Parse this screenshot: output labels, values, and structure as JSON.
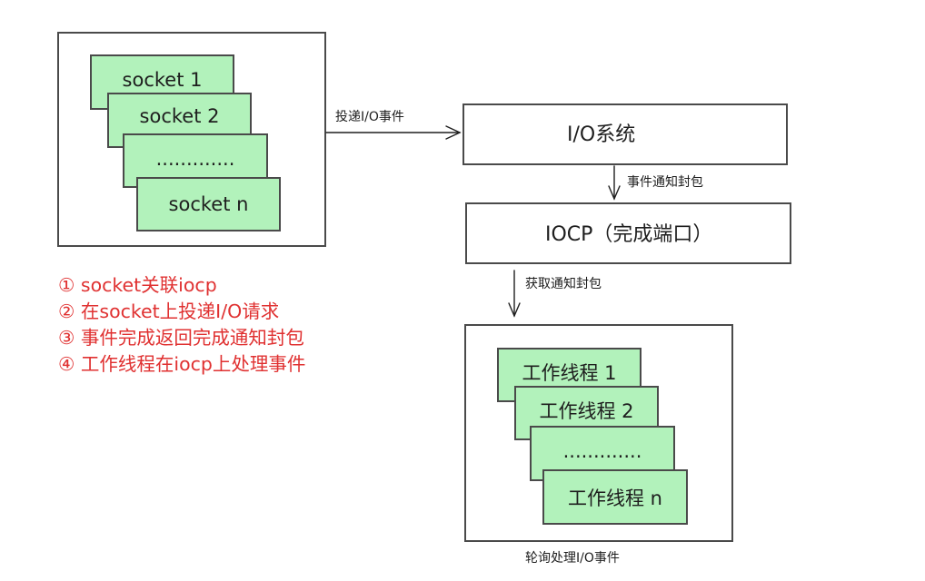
{
  "diagram": {
    "socket_group": {
      "cards": [
        "socket 1",
        "socket 2",
        ".............",
        "socket n"
      ]
    },
    "io_system": {
      "label": "I/O系统"
    },
    "iocp": {
      "label": "IOCP（完成端口）"
    },
    "worker_group": {
      "cards": [
        "工作线程 1",
        "工作线程 2",
        ".............",
        "工作线程 n"
      ],
      "caption": "轮询处理I/O事件"
    },
    "edges": {
      "post_io": "投递I/O事件",
      "notify_packet": "事件通知封包",
      "fetch_packet": "获取通知封包"
    },
    "steps": [
      "① socket关联iocp",
      "② 在socket上投递I/O请求",
      "③ 事件完成返回完成通知封包",
      "④ 工作线程在iocp上处理事件"
    ],
    "colors": {
      "card_fill": "#b2f2bb",
      "stroke": "#4a4a4a",
      "steps_text": "#e03131"
    }
  }
}
